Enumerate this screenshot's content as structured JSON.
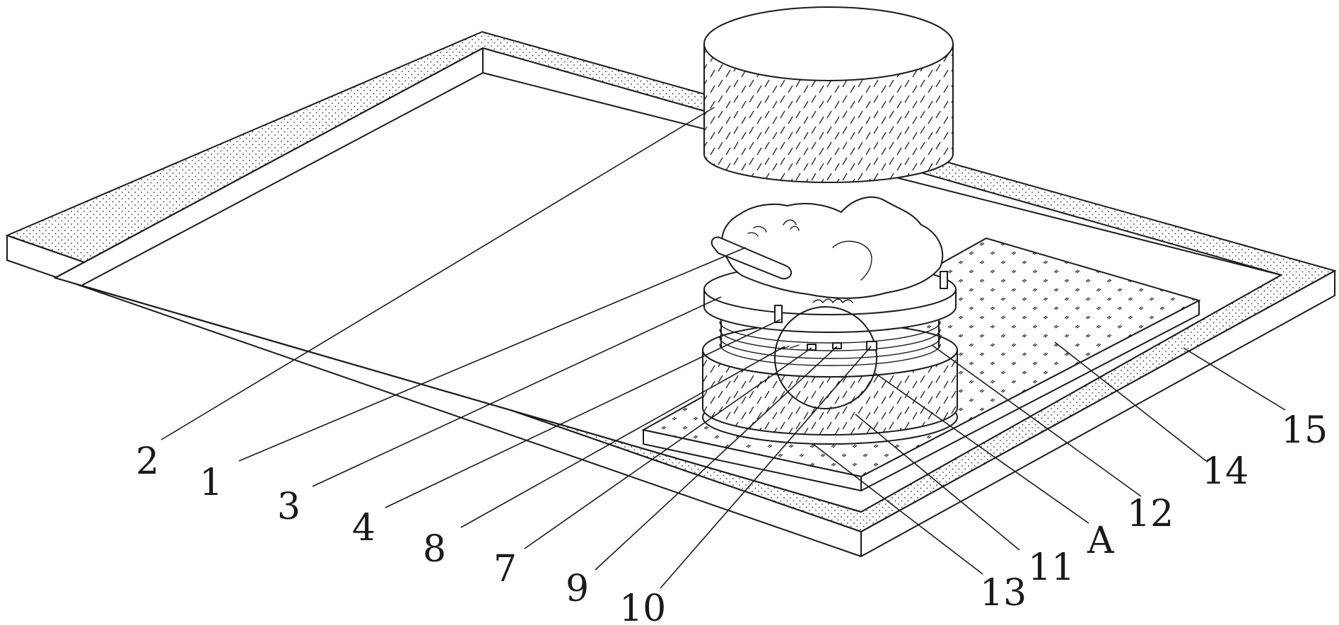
{
  "labels": [
    {
      "id": "2",
      "text": "2"
    },
    {
      "id": "1",
      "text": "1"
    },
    {
      "id": "3",
      "text": "3"
    },
    {
      "id": "4",
      "text": "4"
    },
    {
      "id": "8",
      "text": "8"
    },
    {
      "id": "7",
      "text": "7"
    },
    {
      "id": "9",
      "text": "9"
    },
    {
      "id": "10",
      "text": "10"
    },
    {
      "id": "13",
      "text": "13"
    },
    {
      "id": "11",
      "text": "11"
    },
    {
      "id": "A",
      "text": "A"
    },
    {
      "id": "12",
      "text": "12"
    },
    {
      "id": "14",
      "text": "14"
    },
    {
      "id": "15",
      "text": "15"
    }
  ]
}
